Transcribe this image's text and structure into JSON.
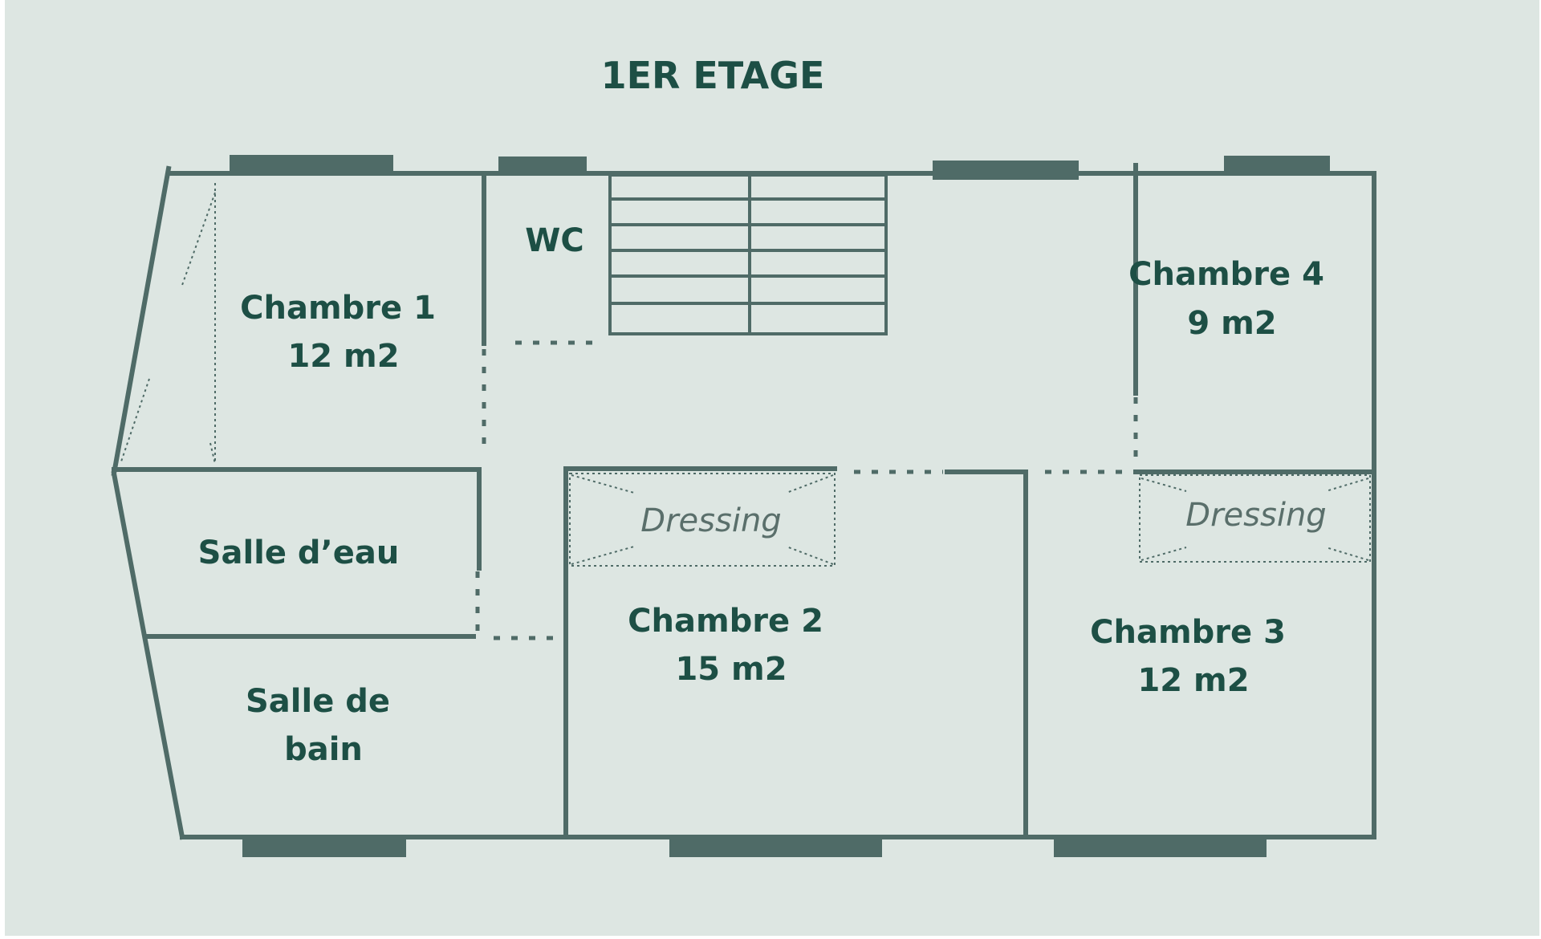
{
  "title": "1ER ETAGE",
  "rooms": [
    {
      "id": "chambre-1",
      "lines": [
        "Chambre 1",
        "12 m2"
      ]
    },
    {
      "id": "wc",
      "lines": [
        "WC"
      ]
    },
    {
      "id": "chambre-4",
      "lines": [
        "Chambre 4",
        "9 m2"
      ]
    },
    {
      "id": "salle-deau",
      "lines": [
        "Salle d’eau"
      ]
    },
    {
      "id": "salle-de-bain",
      "lines": [
        "Salle de",
        "bain"
      ]
    },
    {
      "id": "chambre-2",
      "lines": [
        "Chambre 2",
        "15 m2"
      ]
    },
    {
      "id": "chambre-3",
      "lines": [
        "Chambre 3",
        "12 m2"
      ]
    }
  ],
  "dressings": [
    {
      "id": "dressing-chambre-2",
      "label": "Dressing"
    },
    {
      "id": "dressing-chambre-3",
      "label": "Dressing"
    }
  ],
  "colors": {
    "background": "#dde6e2",
    "walls": "#4f6b67",
    "labels": "#1d4f45",
    "dressing_text": "#5a6f6b"
  }
}
